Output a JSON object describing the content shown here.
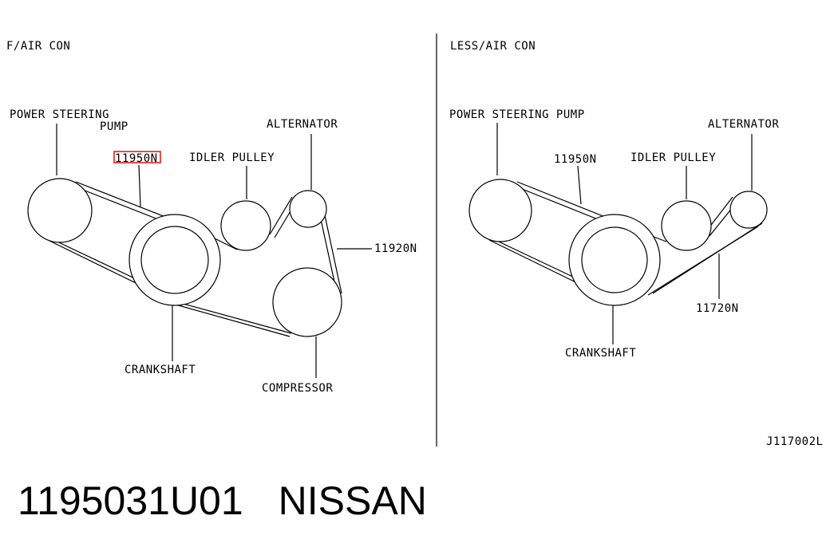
{
  "left_panel": {
    "title": "F/AIR CON",
    "labels": {
      "ps_pump_line1": "POWER STEERING",
      "ps_pump_line2": "PUMP",
      "belt_ps": "11950N",
      "idler": "IDLER PULLEY",
      "alternator": "ALTERNATOR",
      "belt_main": "11920N",
      "crankshaft": "CRANKSHAFT",
      "compressor": "COMPRESSOR"
    }
  },
  "right_panel": {
    "title": "LESS/AIR CON",
    "labels": {
      "ps_pump": "POWER STEERING PUMP",
      "belt_ps": "11950N",
      "idler": "IDLER PULLEY",
      "alternator": "ALTERNATOR",
      "belt_main": "11720N",
      "crankshaft": "CRANKSHAFT"
    }
  },
  "figure_code": "J117002L",
  "footer": {
    "part_number": "1195031U01",
    "brand": "NISSAN"
  },
  "colors": {
    "line": "#000000",
    "highlight": "#e02020"
  }
}
